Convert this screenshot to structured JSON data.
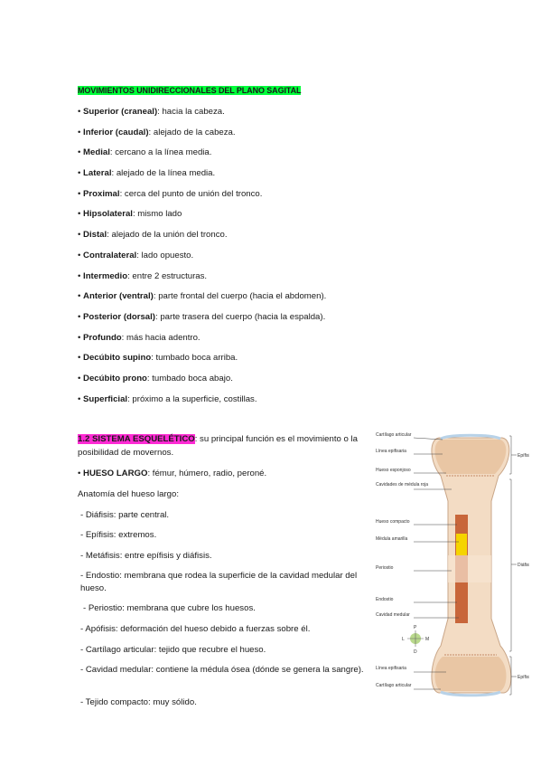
{
  "section1": {
    "title": "MOVIMIENTOS UNIDIRECCIONALES DEL PLANO SAGITAL",
    "highlight_color": "#00ff3a",
    "items": [
      {
        "term": "Superior (craneal)",
        "desc": ": hacia la cabeza."
      },
      {
        "term": "Inferior (caudal)",
        "desc": ": alejado de la cabeza."
      },
      {
        "term": "Medial",
        "desc": ": cercano a la línea media."
      },
      {
        "term": "Lateral",
        "desc": ": alejado de la línea media."
      },
      {
        "term": "Proximal",
        "desc": ": cerca del punto de unión del tronco."
      },
      {
        "term": "Hipsolateral",
        "desc": ": mismo lado"
      },
      {
        "term": "Distal",
        "desc": ": alejado de la unión del tronco."
      },
      {
        "term": "Contralateral",
        "desc": ": lado opuesto."
      },
      {
        "term": "Intermedio",
        "desc": ": entre 2 estructuras."
      },
      {
        "term": "Anterior (ventral)",
        "desc": ": parte frontal del cuerpo (hacia el abdomen)."
      },
      {
        "term": "Posterior (dorsal)",
        "desc": ": parte trasera del cuerpo (hacia la espalda)."
      },
      {
        "term": "Profundo",
        "desc": ": más hacia adentro."
      },
      {
        "term": "Decúbito supino",
        "desc": ": tumbado boca arriba."
      },
      {
        "term": "Decúbito prono",
        "desc": ": tumbado boca abajo."
      },
      {
        "term": "Superficial",
        "desc": ": próximo a la superficie, costillas."
      }
    ]
  },
  "section2": {
    "title": "1.2 SISTEMA ESQUELÉTICO",
    "highlight_color": "#ff2ad4",
    "intro": ": su principal función es el movimiento o la posibilidad de movernos.",
    "hueso_term": "HUESO LARGO",
    "hueso_desc": ": fémur, húmero, radio, peroné.",
    "anatomy_heading": "Anatomía del hueso largo:",
    "anatomy_items": [
      "- Diáfisis: parte central.",
      "- Epífisis: extremos.",
      "- Metáfisis: entre epífisis y diáfisis.",
      "- Endostio: membrana que rodea la superficie de la cavidad medular del hueso.",
      "- Periostio: membrana que cubre los huesos.",
      "- Apófisis: deformación del hueso debido a fuerzas sobre él.",
      "- Cartílago articular: tejido que recubre el hueso.",
      "- Cavidad medular: contiene la médula ósea (dónde se genera la sangre).",
      "- Tejido compacto: muy sólido."
    ]
  },
  "figure": {
    "labels_left": [
      "Cartílago articular",
      "Línea epifisaria",
      "Hueso esponjoso",
      "Cavidades de médula roja",
      "Hueso compacto",
      "Médula amarilla",
      "Periostio",
      "Endostio",
      "Cavidad medular",
      "Línea epifisaria",
      "Cartílago articular"
    ],
    "labels_right": [
      "Epífisis",
      "Diáfisis",
      "Epífisis"
    ],
    "compass": {
      "p": "P",
      "l": "L",
      "m": "M",
      "d": "D"
    }
  }
}
